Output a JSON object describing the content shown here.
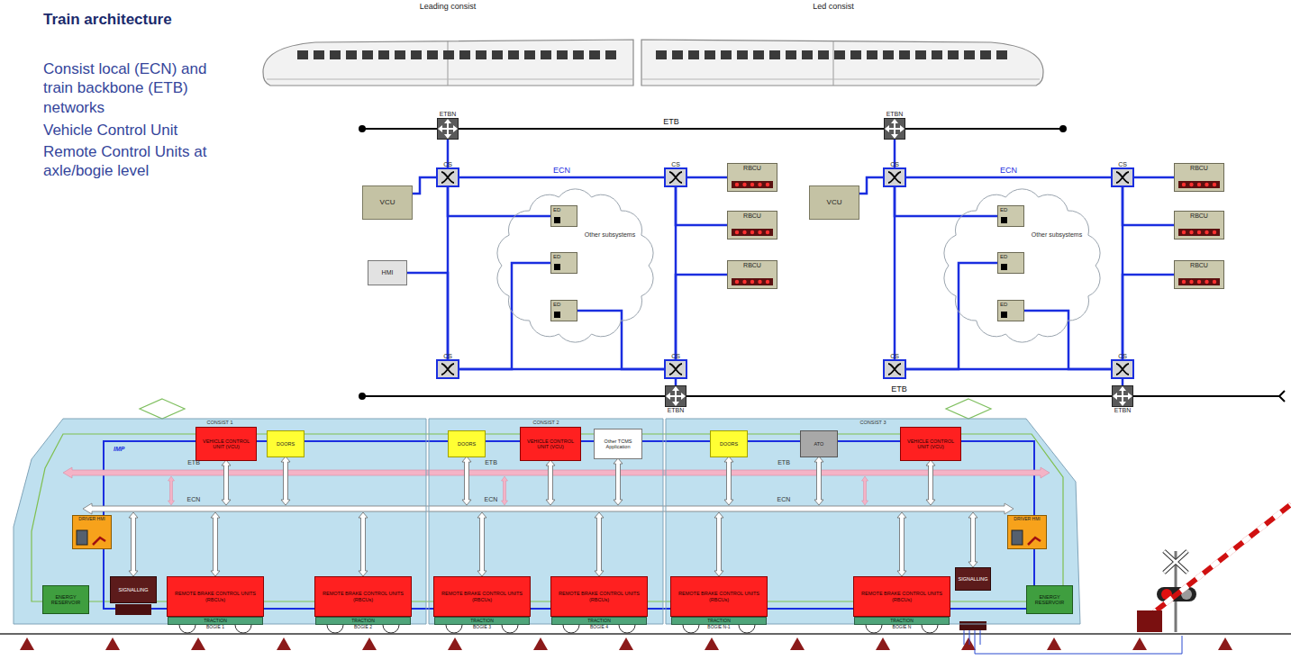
{
  "diagram": {
    "title": "Train architecture",
    "nodes": [
      {
        "text": [
          "ETBN"
        ]
      },
      {
        "text": [
          "ETBN"
        ]
      },
      {
        "text": [
          "ETBN"
        ]
      },
      {
        "text": [
          "ETBN"
        ]
      },
      {
        "text": [
          "CS"
        ]
      },
      {
        "text": [
          "CS"
        ]
      },
      {
        "text": [
          "CS"
        ]
      },
      {
        "text": [
          "CS"
        ]
      },
      {
        "text": [
          "VCU"
        ]
      },
      {
        "text": [
          "HMI"
        ]
      },
      {
        "text": [
          "Other subsystems"
        ]
      },
      {
        "text": [
          "ED"
        ],
        "in": 10
      },
      {
        "text": [
          "ED"
        ],
        "in": 10
      },
      {
        "text": [
          "ED"
        ],
        "in": 10
      },
      {
        "text": [
          "RBCU"
        ]
      },
      {
        "text": [
          "RBCU"
        ]
      },
      {
        "text": [
          "RBCU"
        ]
      },
      {
        "text": [
          "CS"
        ]
      },
      {
        "text": [
          "CS"
        ]
      },
      {
        "text": [
          "CS"
        ]
      },
      {
        "text": [
          "CS"
        ]
      },
      {
        "text": [
          "VCU"
        ]
      },
      {
        "text": [
          "Other subsystems"
        ]
      },
      {
        "text": [
          "ED"
        ],
        "in": 22
      },
      {
        "text": [
          "ED"
        ],
        "in": 22
      },
      {
        "text": [
          "ED"
        ],
        "in": 22
      },
      {
        "text": [
          "RBCU"
        ]
      },
      {
        "text": [
          "RBCU"
        ]
      },
      {
        "text": [
          "RBCU"
        ]
      },
      {
        "text": [
          "CONSIST 1"
        ]
      },
      {
        "text": [
          "VEHICLE CONTROL UNIT (VCU)"
        ],
        "in": 29
      },
      {
        "text": [
          "DOORS"
        ],
        "in": 29
      },
      {
        "text": [
          "DRIVER HMI"
        ],
        "in": 29
      },
      {
        "text": [
          "ENERGY RESERVOIR"
        ],
        "in": 29
      },
      {
        "text": [
          "SIGNALLING"
        ],
        "in": 29
      },
      {
        "text": [
          "REMOTE BRAKE CONTROL UNITS (RBCUs)"
        ],
        "in": 29
      },
      {
        "text": [
          "TRACTION"
        ],
        "in": 29
      },
      {
        "text": [
          "REMOTE BRAKE CONTROL UNITS (RBCUs)"
        ],
        "in": 29
      },
      {
        "text": [
          "TRACTION"
        ],
        "in": 29
      },
      {
        "text": [
          "CONSIST 2"
        ]
      },
      {
        "text": [
          "DOORS"
        ],
        "in": 39
      },
      {
        "text": [
          "VEHICLE CONTROL UNIT (VCU)"
        ],
        "in": 39
      },
      {
        "text": [
          "Other TCMS Application"
        ],
        "in": 39
      },
      {
        "text": [
          "REMOTE BRAKE CONTROL UNITS (RBCUs)"
        ],
        "in": 39
      },
      {
        "text": [
          "TRACTION"
        ],
        "in": 39
      },
      {
        "text": [
          "REMOTE BRAKE CONTROL UNITS (RBCUs)"
        ],
        "in": 39
      },
      {
        "text": [
          "TRACTION"
        ],
        "in": 39
      },
      {
        "text": [
          "CONSIST 3"
        ]
      },
      {
        "text": [
          "DOORS"
        ],
        "in": 47
      },
      {
        "text": [
          "ATO"
        ],
        "in": 47
      },
      {
        "text": [
          "VEHICLE CONTROL UNIT (VCU)"
        ],
        "in": 47
      },
      {
        "text": [
          "DRIVER HMI"
        ],
        "in": 47
      },
      {
        "text": [
          "SIGNALLING"
        ],
        "in": 47
      },
      {
        "text": [
          "ENERGY RESERVOIR"
        ],
        "in": 47
      },
      {
        "text": [
          "REMOTE BRAKE CONTROL UNITS (RBCUs)"
        ],
        "in": 47
      },
      {
        "text": [
          "TRACTION"
        ],
        "in": 47
      },
      {
        "text": [
          "REMOTE BRAKE CONTROL UNITS (RBCUs)"
        ],
        "in": 47
      },
      {
        "text": [
          "TRACTION"
        ],
        "in": 47
      }
    ],
    "edges": [
      {
        "from": 0,
        "to": 1,
        "arrow": "none",
        "label": "ETB"
      },
      {
        "from": 2,
        "to": 3,
        "arrow": "none",
        "label": "ETB"
      },
      {
        "from": 0,
        "to": 4,
        "arrow": "none"
      },
      {
        "from": 4,
        "to": 5,
        "arrow": "none",
        "label": "ECN"
      },
      {
        "from": 4,
        "to": 6,
        "arrow": "none"
      },
      {
        "from": 5,
        "to": 7,
        "arrow": "none"
      },
      {
        "from": 6,
        "to": 7,
        "arrow": "none"
      },
      {
        "from": 7,
        "to": 2,
        "arrow": "none"
      },
      {
        "from": 8,
        "to": 4,
        "arrow": "none"
      },
      {
        "from": 9,
        "to": 6,
        "arrow": "none"
      },
      {
        "from": 11,
        "to": 4,
        "arrow": "none"
      },
      {
        "from": 12,
        "to": 6,
        "arrow": "none"
      },
      {
        "from": 13,
        "to": 7,
        "arrow": "none"
      },
      {
        "from": 14,
        "to": 5,
        "arrow": "none"
      },
      {
        "from": 15,
        "to": 5,
        "arrow": "none"
      },
      {
        "from": 16,
        "to": 7,
        "arrow": "none"
      },
      {
        "from": 1,
        "to": 17,
        "arrow": "none"
      },
      {
        "from": 17,
        "to": 18,
        "arrow": "none",
        "label": "ECN"
      },
      {
        "from": 17,
        "to": 19,
        "arrow": "none"
      },
      {
        "from": 18,
        "to": 20,
        "arrow": "none"
      },
      {
        "from": 19,
        "to": 20,
        "arrow": "none"
      },
      {
        "from": 20,
        "to": 3,
        "arrow": "none"
      },
      {
        "from": 21,
        "to": 17,
        "arrow": "none"
      },
      {
        "from": 23,
        "to": 17,
        "arrow": "none"
      },
      {
        "from": 24,
        "to": 19,
        "arrow": "none"
      },
      {
        "from": 25,
        "to": 20,
        "arrow": "none"
      },
      {
        "from": 26,
        "to": 18,
        "arrow": "none"
      },
      {
        "from": 27,
        "to": 18,
        "arrow": "none"
      },
      {
        "from": 28,
        "to": 20,
        "arrow": "none"
      }
    ],
    "labels": [
      "Leading consist",
      "Led consist",
      "Consist local (ECN) and train backbone (ETB) networks",
      "Vehicle Control Unit",
      "Remote Control Units at axle/bogie level",
      "IMP",
      "ETB",
      "ETB",
      "ETB",
      "ECN",
      "ECN",
      "ECN",
      "BOGIE 1",
      "BOGIE 2",
      "BOGIE 3",
      "BOGIE 4",
      "BOGIE N-1",
      "BOGIE N"
    ]
  }
}
